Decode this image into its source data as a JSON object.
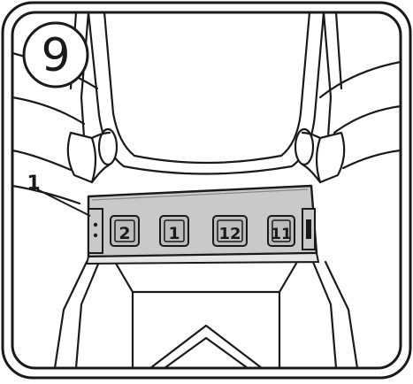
{
  "step": {
    "number": "9"
  },
  "callout": {
    "label": "1"
  },
  "strip": {
    "slots": [
      {
        "label": "2"
      },
      {
        "label": "1"
      },
      {
        "label": "12"
      },
      {
        "label": "11"
      }
    ]
  },
  "colors": {
    "line": "#1a1a1a",
    "strip_fill": "#c9c9c9",
    "slot_fill": "#bdbdbd",
    "background": "#ffffff"
  }
}
